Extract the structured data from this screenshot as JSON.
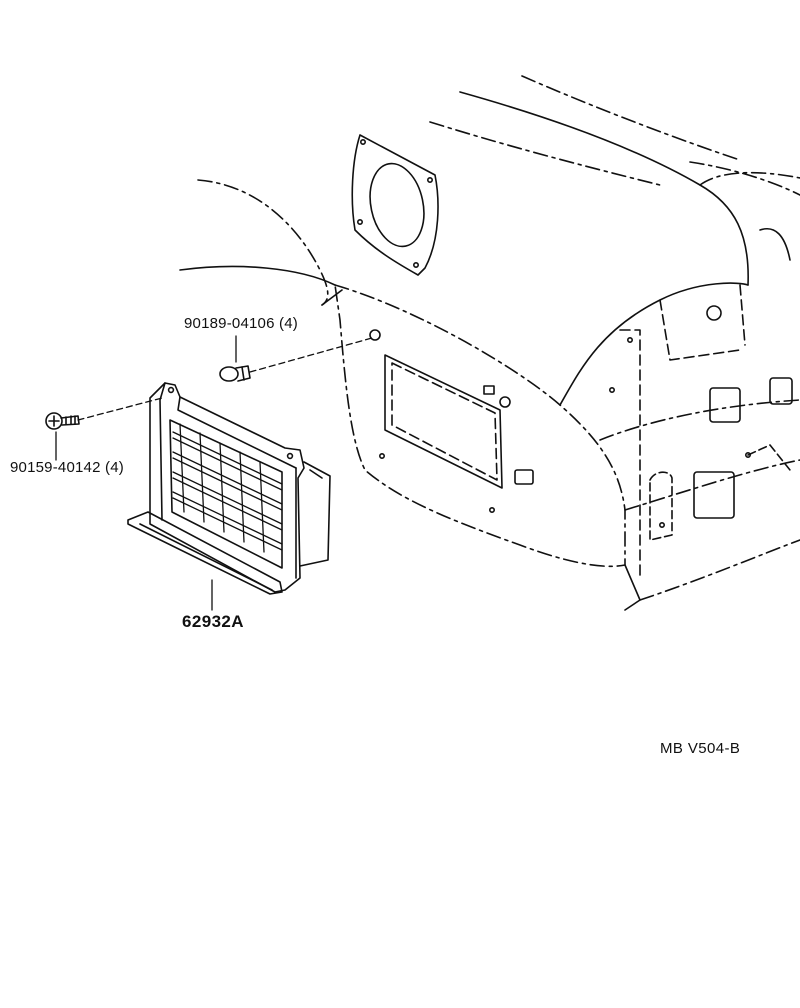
{
  "parts": [
    {
      "number": "90189-04106",
      "qty": "(4)"
    },
    {
      "number": "90159-40142",
      "qty": "(4)"
    },
    {
      "number": "62932A",
      "qty": ""
    }
  ],
  "illustration_code": "MB  V504-B"
}
